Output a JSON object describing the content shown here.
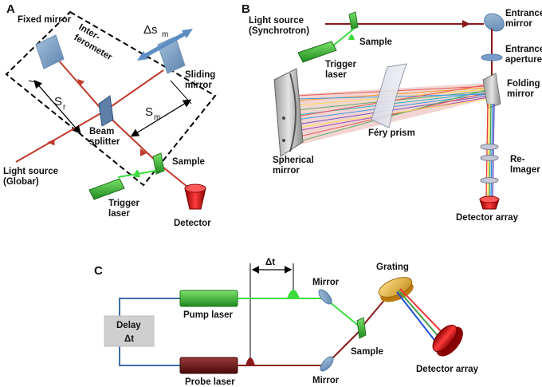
{
  "panel_a": {
    "letter": "A",
    "fixed_mirror": "Fixed mirror",
    "interferometer": [
      "Inter-",
      "ferometer"
    ],
    "delta_s": "Δs",
    "delta_s_sub": "m",
    "sliding_mirror": [
      "Sliding",
      "mirror"
    ],
    "s_r": "S",
    "s_r_sub": "r",
    "s_m": "S",
    "s_m_sub": "m",
    "beam_splitter": [
      "Beam",
      "splitter"
    ],
    "sample": "Sample",
    "light_source": [
      "Light source",
      "(Globar)"
    ],
    "trigger_laser": [
      "Trigger",
      "laser"
    ],
    "detector": "Detector"
  },
  "panel_b": {
    "letter": "B",
    "light_source": [
      "Light source",
      "(Synchrotron)"
    ],
    "sample": "Sample",
    "trigger_laser": [
      "Trigger",
      "laser"
    ],
    "entrance_mirror": [
      "Entrance",
      "mirror"
    ],
    "entrance_aperture": [
      "Entrance",
      "aperture"
    ],
    "folding_mirror": [
      "Folding",
      "mirror"
    ],
    "fery_prism": "Féry prism",
    "spherical_mirror": [
      "Spherical",
      "mirror"
    ],
    "reimager": [
      "Re-",
      "Imager"
    ],
    "detector_array": "Detector array"
  },
  "panel_c": {
    "letter": "C",
    "delta_t": "Δt",
    "mirror_top": "Mirror",
    "grating": "Grating",
    "pump_laser": "Pump laser",
    "delay": [
      "Delay",
      "Δt"
    ],
    "sample": "Sample",
    "detector_array": "Detector array",
    "mirror_bottom": "Mirror",
    "probe_laser": "Probe laser"
  }
}
